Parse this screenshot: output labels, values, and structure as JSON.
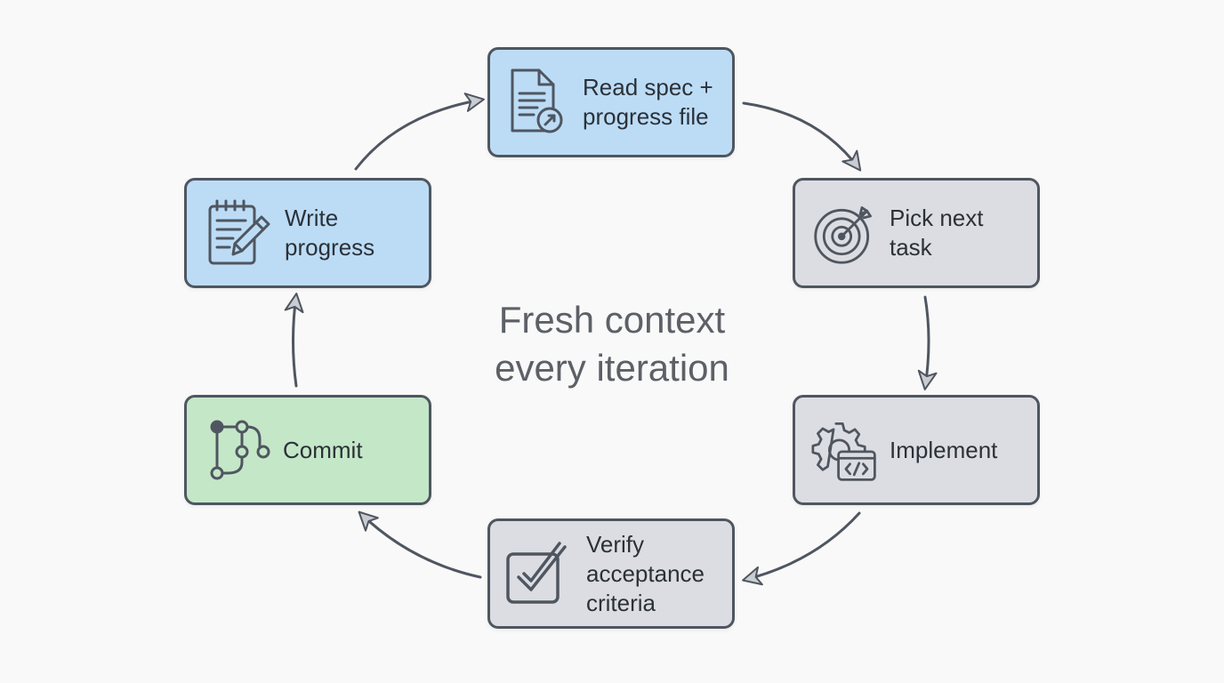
{
  "center_text": "Fresh context\nevery iteration",
  "colors": {
    "blue_fill": "#bcdcf6",
    "gray_fill": "#dcdde2",
    "green_fill": "#c4e7c8",
    "stroke": "#4f5660"
  },
  "steps": [
    {
      "label": "Read spec +\nprogress file",
      "icon": "document-share-icon",
      "fill": "blue"
    },
    {
      "label": "Pick next\ntask",
      "icon": "target-icon",
      "fill": "gray"
    },
    {
      "label": "Implement",
      "icon": "gear-code-icon",
      "fill": "gray"
    },
    {
      "label": "Verify\nacceptance\ncriteria",
      "icon": "checkbox-icon",
      "fill": "gray"
    },
    {
      "label": "Commit",
      "icon": "git-branch-icon",
      "fill": "green"
    },
    {
      "label": "Write\nprogress",
      "icon": "notepad-pencil-icon",
      "fill": "blue"
    }
  ]
}
